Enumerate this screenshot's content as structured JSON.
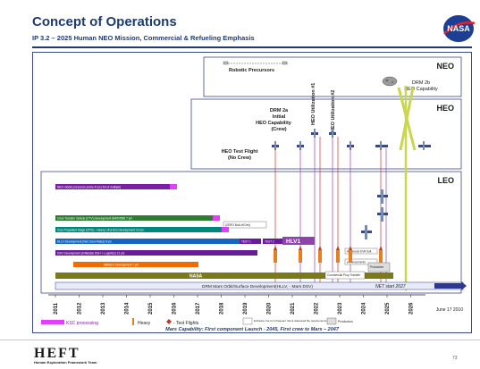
{
  "header": {
    "title": "Concept of Operations",
    "subtitle": "IP 3.2 – 2025 Human NEO Mission, Commercial & Refueling Emphasis"
  },
  "logos": {
    "nasa_text": "NASA",
    "heft_text": "HEFT",
    "heft_subtitle": "Human Exploration Framework Team"
  },
  "regions": {
    "neo": "NEO",
    "heo": "HEO",
    "leo": "LEO"
  },
  "labels": {
    "robotic_precursors": "Robotic Precursors",
    "drm2b_1": "DRM 2b",
    "drm2b_2": "NEO Capability",
    "drm2a_1": "DRM 2a",
    "drm2a_2": "Initial",
    "drm2a_3": "HEO Capability",
    "drm2a_4": "(Crew)",
    "heo_test_1": "HEO Test Flight",
    "heo_test_2": "(No Crew)",
    "heo_util_1": "HEO Utilization #1",
    "heo_util_2": "HEO Utilization #2",
    "zero_boiloff": "(ZERO Boil-off Dev)",
    "hlv1": "HLV1",
    "nasa_bar": "NASA",
    "drm_mars": "DRM Mars Orbit/Surface Development(HLLV, - Mars DSV)",
    "net_start": "NET start 2027",
    "date": "June 17 2010",
    "mars_capability": "Mars Capability: First component Launch - 2045, First crew to Mars – 2047"
  },
  "bars": {
    "neo_robotic": "NEO robotic precursor probe # yrs (Tot of multiple)",
    "crew_transfer": "Crew Transfer Vehicle (CTV) Development 8045/9565 7 yrs",
    "cryo_stage": "Cryo Propellant Stage (CPS) – Heavy Lift (HLV) Development 10 yrs",
    "hllv": "HLLV Development (Not Crew Rated) 8 yrs",
    "dsv": "DSV Development (Inflatable DSH + Logistics) 12 yrs",
    "mmsev": "MMSEV Development 7 yrs",
    "test1": "TEST 1",
    "test2": "TEST 2",
    "advanced_eva": "Advanced EVA Suit",
    "enhancements": "enhancements",
    "commercial": "Commercial Prop Transfer",
    "production": "Production"
  },
  "legend": {
    "ksc": "KSC processing",
    "heavy": "Heavy",
    "test_flights": "- Test Flights",
    "enhance": "Enhance rise for infrequent risk & advanced life requirements",
    "production": "Production"
  },
  "years": [
    "2011",
    "2012",
    "2013",
    "2014",
    "2015",
    "2016",
    "2017",
    "2018",
    "2019",
    "2020",
    "2021",
    "2022",
    "2023",
    "2024",
    "2025",
    "2026"
  ],
  "footer": {
    "page": "73"
  },
  "colors": {
    "title": "#1f3b6e",
    "neo_bar": "#7a1fa2",
    "crew_bar": "#2e7d32",
    "cryo_bar": "#00897b",
    "hllv_bar": "#1565c0",
    "dsv_bar": "#6a1b9a",
    "mmsev_bar": "#ef6c00",
    "nasa_bar": "#7a7a1a",
    "drm_bar": "#2b3a8f",
    "ksc": "#e040fb",
    "arrow": "#c8d650"
  }
}
